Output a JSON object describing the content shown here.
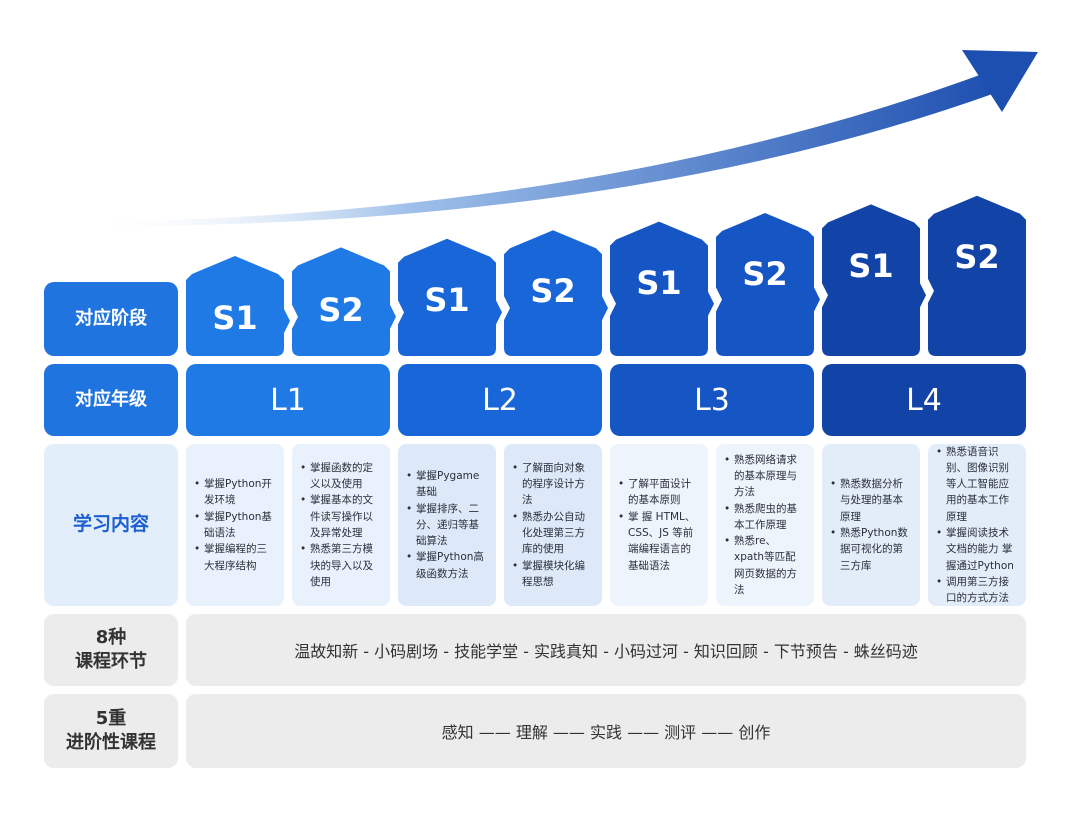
{
  "labels": {
    "stage": "对应阶段",
    "grade": "对应年级",
    "content": "学习内容",
    "sessions_line1": "8种",
    "sessions_line2": "课程环节",
    "levels_line1": "5重",
    "levels_line2": "进阶性课程"
  },
  "stages": [
    "S1",
    "S2",
    "S1",
    "S2",
    "S1",
    "S2",
    "S1",
    "S2"
  ],
  "grades": [
    "L1",
    "L2",
    "L3",
    "L4"
  ],
  "contents": [
    [
      "掌握Python开发环境",
      "掌握Python基础语法",
      "掌握编程的三大程序结构"
    ],
    [
      "掌握函数的定义以及使用",
      "掌握基本的文件读写操作以及异常处理",
      "熟悉第三方模块的导入以及使用"
    ],
    [
      "掌握Pygame基础",
      "掌握排序、二分、递归等基础算法",
      "掌握Python高级函数方法"
    ],
    [
      "了解面向对象的程序设计方法",
      "熟悉办公自动化处理第三方库的使用",
      "掌握模块化编程思想"
    ],
    [
      "了解平面设计的基本原则",
      "掌 握 HTML、CSS、JS 等前端编程语言的基础语法"
    ],
    [
      "熟悉网络请求的基本原理与方法",
      "熟悉爬虫的基本工作原理",
      "熟悉re、xpath等匹配网页数据的方法"
    ],
    [
      "熟悉数据分析与处理的基本原理",
      "熟悉Python数据可视化的第三方库"
    ],
    [
      "熟悉语音识别、图像识别等人工智能应用的基本工作原理",
      "掌握阅读技术文档的能力 掌握通过Python",
      "调用第三方接口的方式方法"
    ]
  ],
  "sessions_text": "温故知新 - 小码剧场 - 技能学堂 - 实践真知 - 小码过河 - 知识回顾 - 下节预告 - 蛛丝码迹",
  "levels_text": "感知 —— 理解 —— 实践 —— 测评 —— 创作",
  "colors": {
    "l1": "#1f7ae6",
    "l2": "#1866d8",
    "l3": "#1556c4",
    "l4": "#1244a8",
    "label_blue": "#1f74e0",
    "arrow": "#1d4fb0"
  }
}
